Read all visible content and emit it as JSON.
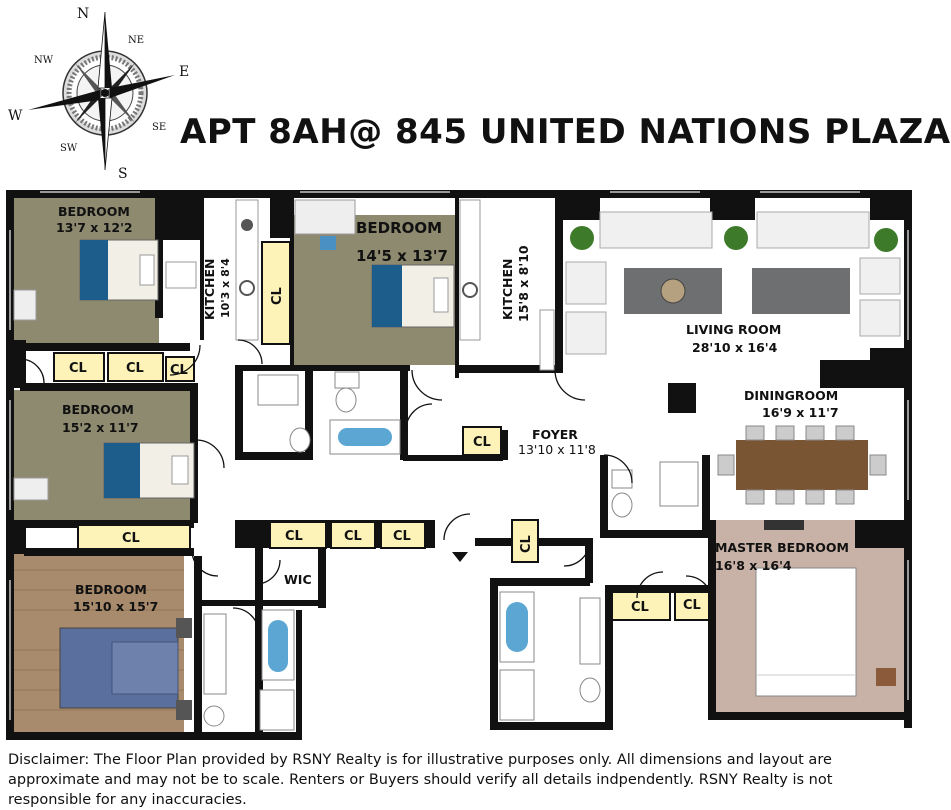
{
  "title": "APT 8AH@ 845 UNITED NATIONS PLAZA",
  "compass": {
    "n": "N",
    "ne": "NE",
    "e": "E",
    "se": "SE",
    "s": "S",
    "sw": "SW",
    "w": "W",
    "nw": "NW"
  },
  "rooms": {
    "bedroom1": {
      "name": "BEDROOM",
      "dims": "13'7 x 12'2"
    },
    "bedroom2": {
      "name": "BEDROOM",
      "dims": "15'2 x 11'7"
    },
    "bedroom3": {
      "name": "BEDROOM",
      "dims": "15'10 x 15'7"
    },
    "bedroom4": {
      "name": "BEDROOM",
      "dims": "14'5 x 13'7"
    },
    "kitchen1": {
      "name": "KITCHEN",
      "dims": "10'3 x 8'4"
    },
    "kitchen2": {
      "name": "KITCHEN",
      "dims": "15'8 x 8'10"
    },
    "living": {
      "name": "LIVING ROOM",
      "dims": "28'10 x 16'4"
    },
    "dining": {
      "name": "DININGROOM",
      "dims": "16'9 x 11'7"
    },
    "foyer": {
      "name": "FOYER",
      "dims": "13'10 x 11'8"
    },
    "master": {
      "name": "MASTER BEDROOM",
      "dims": "16'8 x 16'4"
    }
  },
  "closet_label": "CL",
  "wic_label": "WIC",
  "disclaimer": "Disclaimer: The Floor Plan provided by RSNY Realty is for illustrative   purposes only. All dimensions and layout are approximate and may not be to scale. Renters or Buyers should verify all details indpendently. RSNY Realty is not responsible for any inaccuracies.",
  "colors": {
    "wall": "#111111",
    "closet": "#fdf2b8",
    "bedroom_olive": "#8e8a70",
    "bedroom_wood": "#a88a6c",
    "master_floor": "#c8b1a6",
    "bed_blue": "#1c5d8c",
    "rug": "#6d6f70",
    "table": "#7a5533",
    "plant": "#3d7a2a",
    "tub": "#5ba6d3"
  }
}
